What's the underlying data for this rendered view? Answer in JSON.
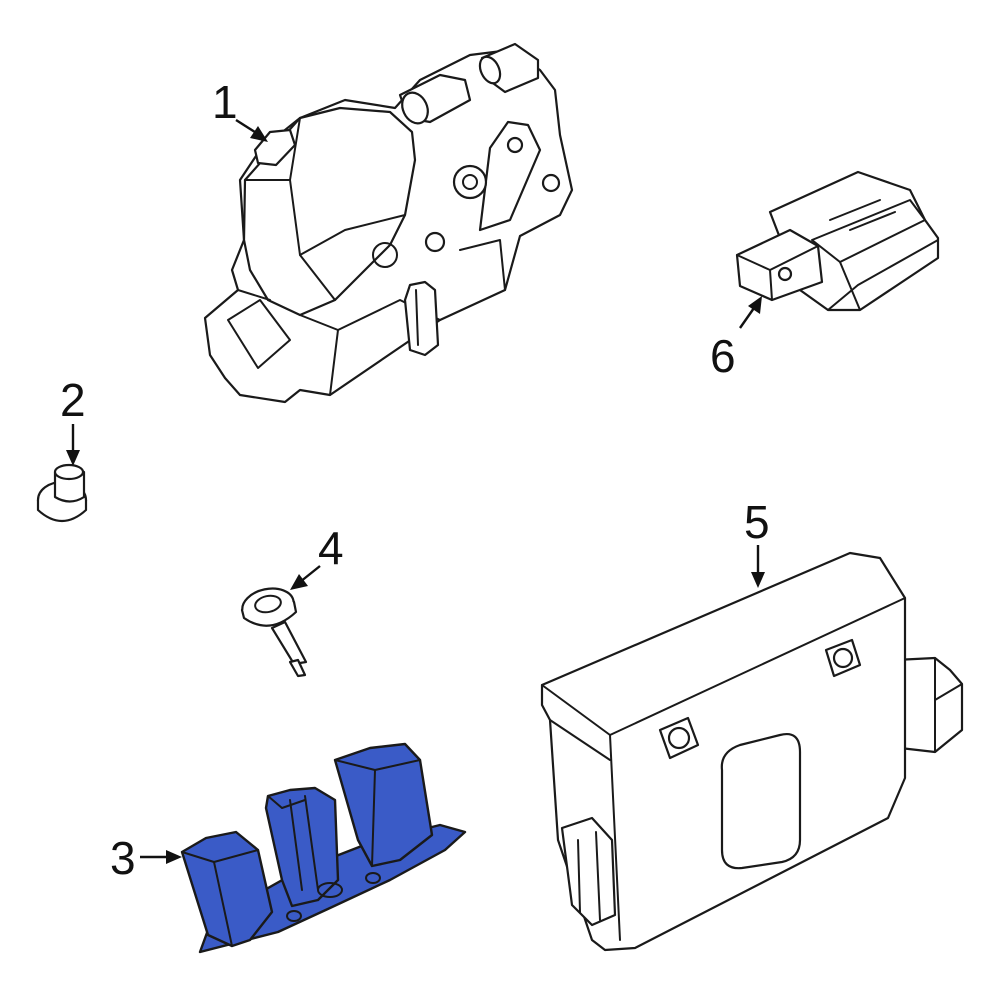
{
  "callouts": [
    {
      "id": "1",
      "label": "1"
    },
    {
      "id": "2",
      "label": "2"
    },
    {
      "id": "3",
      "label": "3"
    },
    {
      "id": "4",
      "label": "4"
    },
    {
      "id": "5",
      "label": "5"
    },
    {
      "id": "6",
      "label": "6"
    }
  ],
  "colors": {
    "line": "#1a1a1a",
    "highlight": "#3a5bc7",
    "background": "#ffffff"
  },
  "highlighted_part": "3"
}
